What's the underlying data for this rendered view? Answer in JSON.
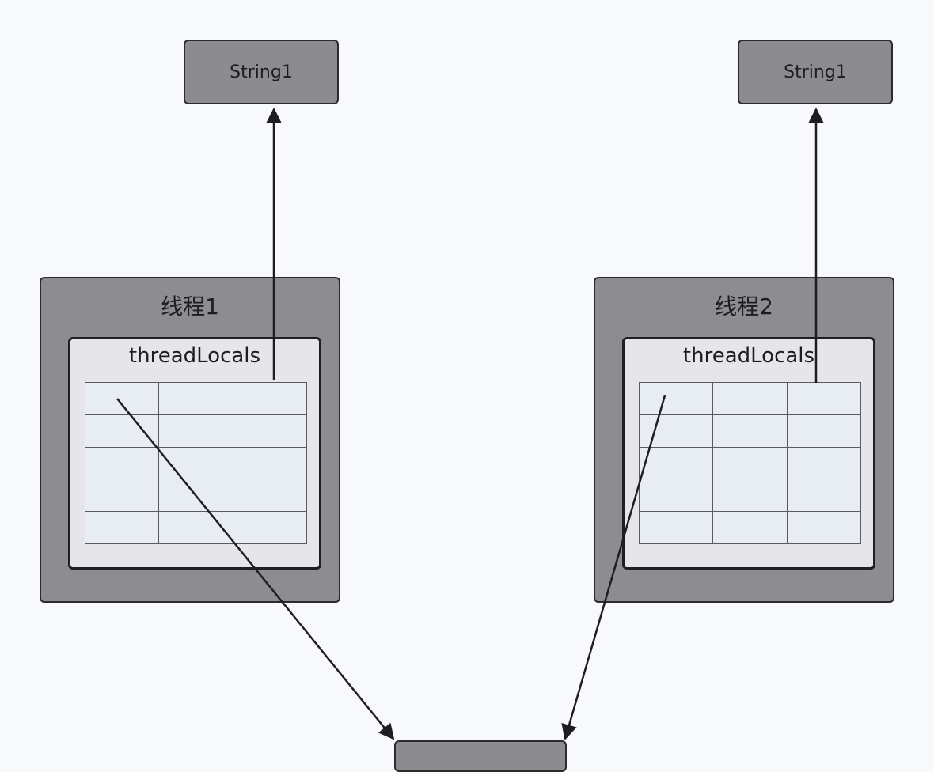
{
  "strings": [
    {
      "label": "String1"
    },
    {
      "label": "String1"
    }
  ],
  "threads": [
    {
      "title": "线程1",
      "table_label": "threadLocals"
    },
    {
      "title": "线程2",
      "table_label": "threadLocals"
    }
  ]
}
